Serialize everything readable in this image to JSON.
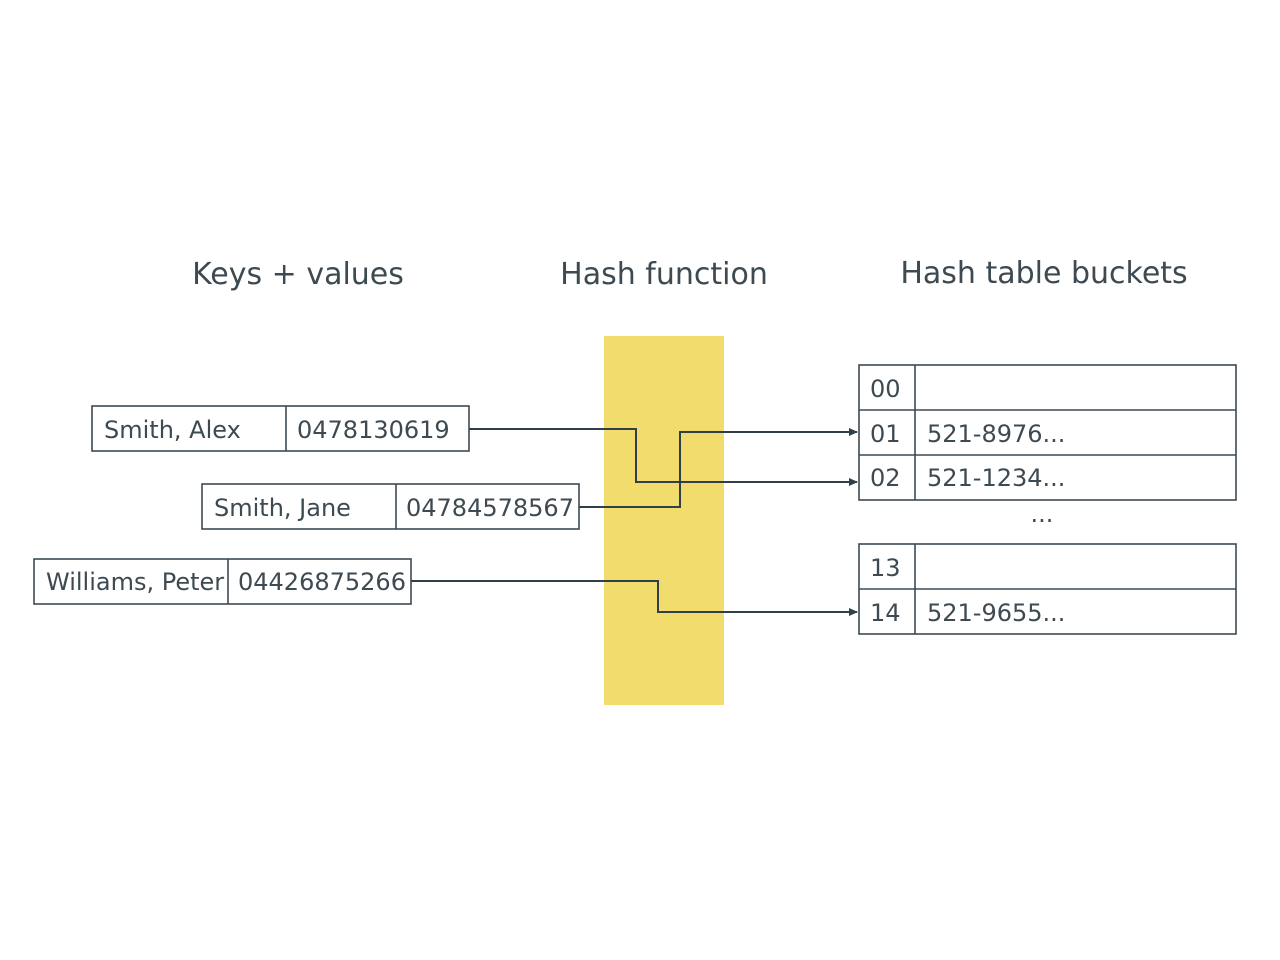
{
  "headings": {
    "keys": "Keys + values",
    "hash": "Hash function",
    "buckets": "Hash table buckets"
  },
  "entries": [
    {
      "key": "Smith, Alex",
      "value": "0478130619"
    },
    {
      "key": "Smith, Jane",
      "value": "04784578567"
    },
    {
      "key": "Williams, Peter",
      "value": "04426875266"
    }
  ],
  "buckets": [
    {
      "index": "00",
      "value": ""
    },
    {
      "index": "01",
      "value": "521-8976..."
    },
    {
      "index": "02",
      "value": "521-1234..."
    },
    {
      "index": "13",
      "value": ""
    },
    {
      "index": "14",
      "value": "521-9655..."
    }
  ],
  "gap": "...",
  "colors": {
    "hash_band": "#f2dc6e",
    "ink": "#3d4a52"
  },
  "connections": [
    {
      "from": "Smith, Alex",
      "to": "02"
    },
    {
      "from": "Smith, Jane",
      "to": "01"
    },
    {
      "from": "Williams, Peter",
      "to": "14"
    }
  ]
}
